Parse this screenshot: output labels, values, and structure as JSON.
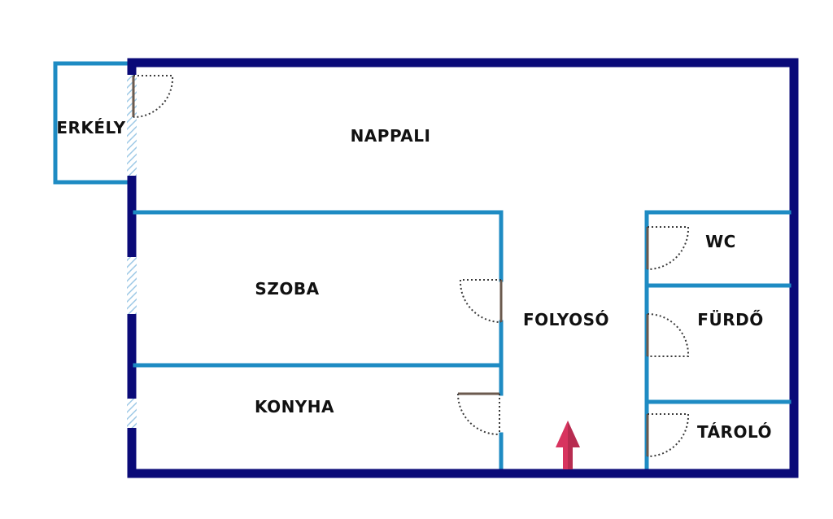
{
  "rooms": {
    "erkely": "ERKÉLY",
    "nappali": "NAPPALI",
    "szoba": "SZOBA",
    "konyha": "KONYHA",
    "folyoso": "FOLYOSÓ",
    "wc": "WC",
    "furdo": "FÜRDŐ",
    "tarolo": "TÁROLÓ"
  },
  "colors": {
    "outer_wall": "#0a0a78",
    "inner_wall": "#1e8bc3",
    "door_leaf": "#6b5a4e",
    "door_swing": "#3a3a3a",
    "window": "#9ec9e6",
    "entrance_arrow": "#d8345f"
  },
  "icons": {
    "entrance": "entrance-arrow-icon",
    "door": "door-swing-icon",
    "window": "window-hatch-icon"
  }
}
